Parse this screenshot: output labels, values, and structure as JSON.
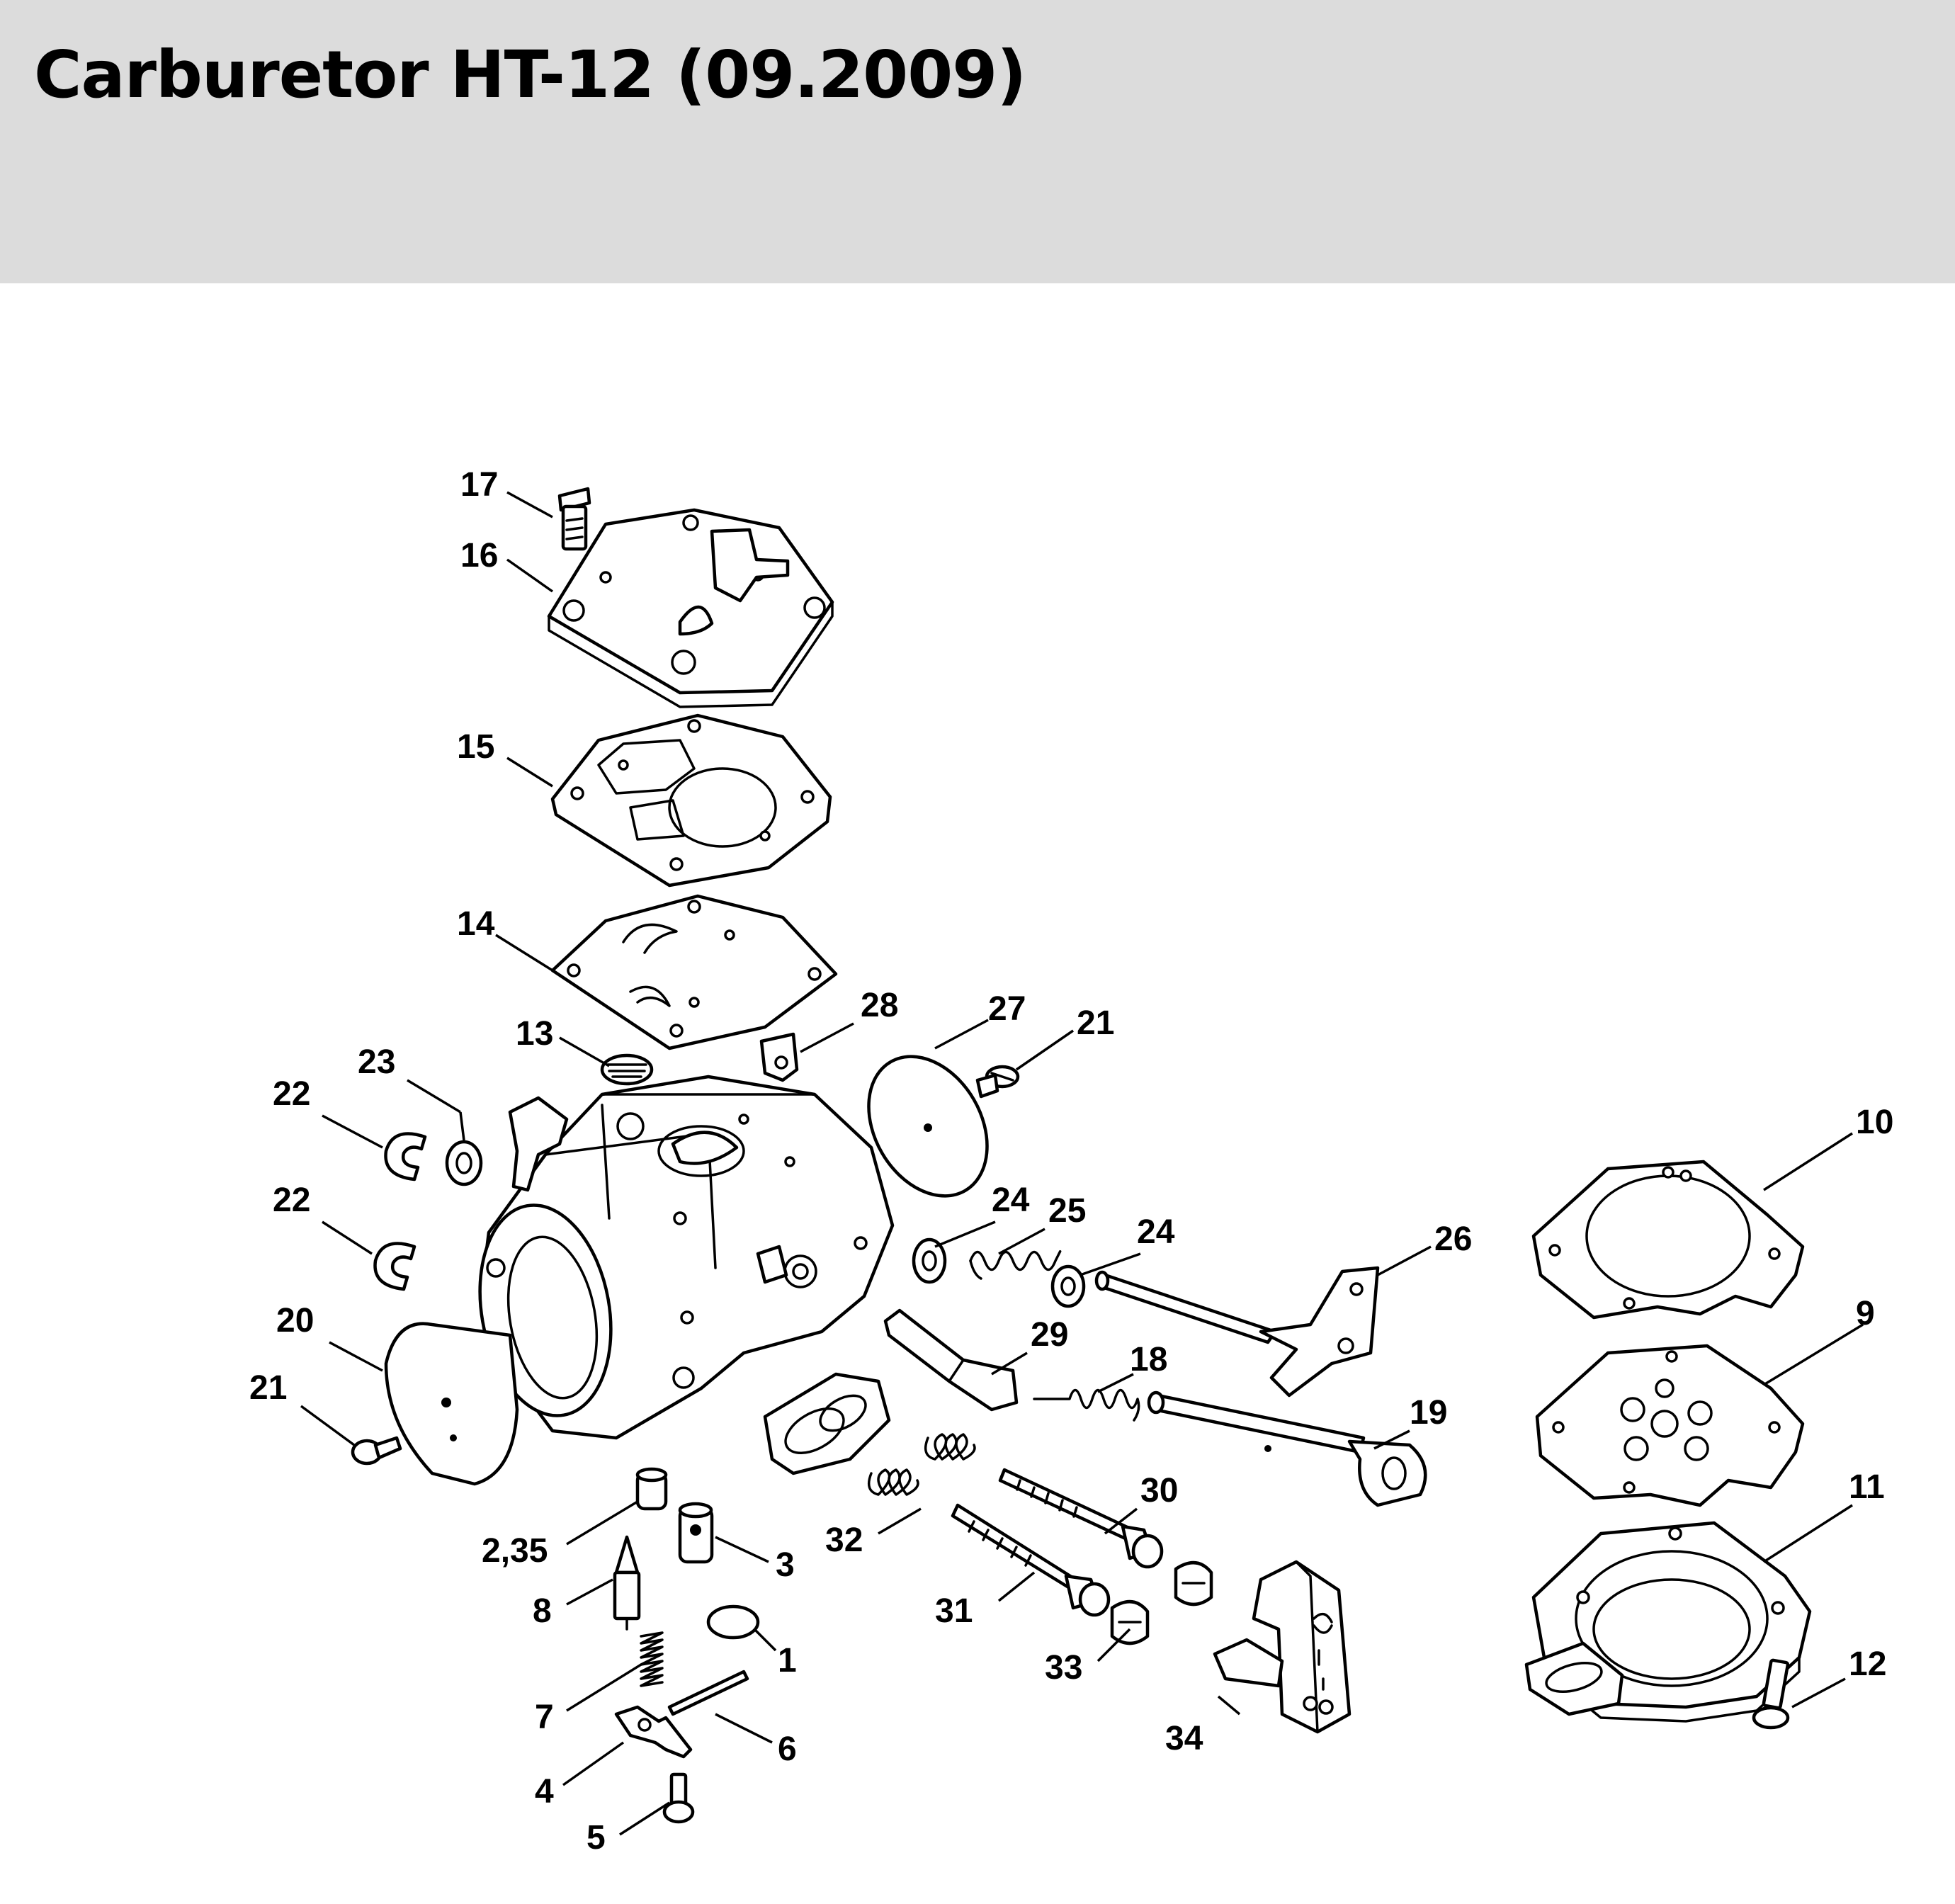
{
  "header": {
    "title": "Carburetor HT-12 (09.2009)",
    "background": "#dcdcdc"
  },
  "diagram": {
    "callouts": [
      {
        "id": "17",
        "text": "17"
      },
      {
        "id": "16",
        "text": "16"
      },
      {
        "id": "15",
        "text": "15"
      },
      {
        "id": "14",
        "text": "14"
      },
      {
        "id": "13",
        "text": "13"
      },
      {
        "id": "28",
        "text": "28"
      },
      {
        "id": "27",
        "text": "27"
      },
      {
        "id": "21a",
        "text": "21"
      },
      {
        "id": "23",
        "text": "23"
      },
      {
        "id": "22a",
        "text": "22"
      },
      {
        "id": "22b",
        "text": "22"
      },
      {
        "id": "10",
        "text": "10"
      },
      {
        "id": "24a",
        "text": "24"
      },
      {
        "id": "25",
        "text": "25"
      },
      {
        "id": "24b",
        "text": "24"
      },
      {
        "id": "26",
        "text": "26"
      },
      {
        "id": "9",
        "text": "9"
      },
      {
        "id": "20",
        "text": "20"
      },
      {
        "id": "29",
        "text": "29"
      },
      {
        "id": "18",
        "text": "18"
      },
      {
        "id": "21b",
        "text": "21"
      },
      {
        "id": "19",
        "text": "19"
      },
      {
        "id": "11",
        "text": "11"
      },
      {
        "id": "30",
        "text": "30"
      },
      {
        "id": "235",
        "text": "2,35"
      },
      {
        "id": "32",
        "text": "32"
      },
      {
        "id": "3",
        "text": "3"
      },
      {
        "id": "8",
        "text": "8"
      },
      {
        "id": "31",
        "text": "31"
      },
      {
        "id": "1",
        "text": "1"
      },
      {
        "id": "12",
        "text": "12"
      },
      {
        "id": "33",
        "text": "33"
      },
      {
        "id": "7",
        "text": "7"
      },
      {
        "id": "34",
        "text": "34"
      },
      {
        "id": "6",
        "text": "6"
      },
      {
        "id": "4",
        "text": "4"
      },
      {
        "id": "5",
        "text": "5"
      }
    ]
  }
}
